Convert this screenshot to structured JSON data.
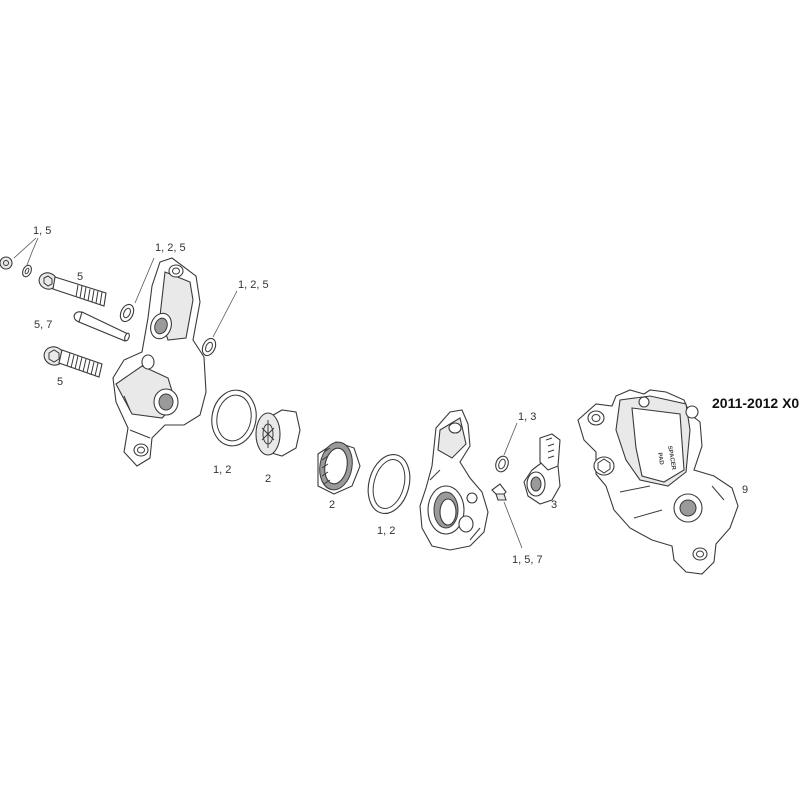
{
  "title": "2011-2012 X0",
  "callouts": {
    "washers_top": "1, 5",
    "bolt_top": "5",
    "seal_a": "1, 2, 5",
    "seal_b": "1, 2, 5",
    "pin": "5, 7",
    "bolt_bottom": "5",
    "ring_left": "1, 2",
    "piston_left": "2",
    "piston_right": "2",
    "ring_right": "1, 2",
    "oring_small": "1, 3",
    "banjo": "3",
    "clip": "1, 5, 7",
    "caliper_assembly": "9"
  },
  "stamps": {
    "line1": "PAD",
    "line2": "SPACER"
  }
}
